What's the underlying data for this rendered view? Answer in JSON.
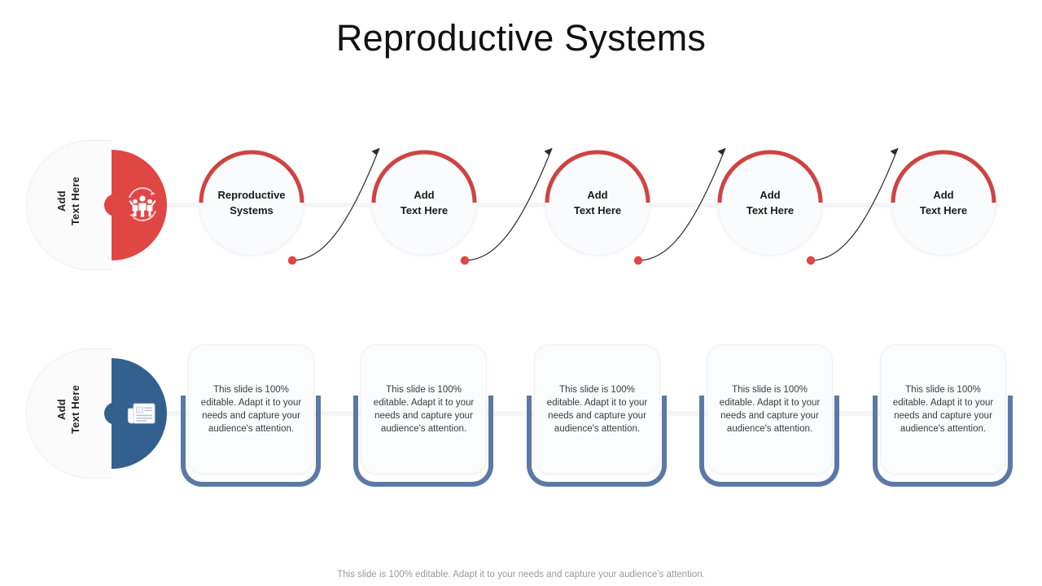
{
  "slide": {
    "title": "Reproductive Systems",
    "footer": "This slide is 100% editable. Adapt it to your needs and capture your audience's attention."
  },
  "colors": {
    "accent_red": "#e04644",
    "arc_red": "#cf4342",
    "accent_blue": "#33608f",
    "card_border_blue": "#5a79a5",
    "text_dark": "#1a1a1a",
    "body_text": "#3b3b3b",
    "footer_text": "#9a9a9a",
    "rail": "#f4f5f7"
  },
  "badges": [
    {
      "id": "top-badge",
      "line1": "Add",
      "line2": "Text Here",
      "icon": "people-group-icon",
      "color": "#e04644"
    },
    {
      "id": "bottom-badge",
      "line1": "Add",
      "line2": "Text Here",
      "icon": "document-news-icon",
      "color": "#33608f"
    }
  ],
  "circles": [
    {
      "line1": "Reproductive",
      "line2": "Systems"
    },
    {
      "line1": "Add",
      "line2": "Text Here"
    },
    {
      "line1": "Add",
      "line2": "Text Here"
    },
    {
      "line1": "Add",
      "line2": "Text Here"
    },
    {
      "line1": "Add",
      "line2": "Text Here"
    }
  ],
  "connectors": [
    {
      "id": "connector-1",
      "from": "circle-1",
      "to": "circle-2"
    },
    {
      "id": "connector-2",
      "from": "circle-2",
      "to": "circle-3"
    },
    {
      "id": "connector-3",
      "from": "circle-3",
      "to": "circle-4"
    },
    {
      "id": "connector-4",
      "from": "circle-4",
      "to": "circle-5"
    }
  ],
  "cards": [
    {
      "text": "This slide is 100% editable. Adapt it to your needs and capture your audience's attention."
    },
    {
      "text": "This slide is 100% editable. Adapt it to your needs and capture your audience's attention."
    },
    {
      "text": "This slide is 100% editable. Adapt it to your needs and capture your audience's attention."
    },
    {
      "text": "This slide is 100% editable. Adapt it to your needs and capture your audience's attention."
    },
    {
      "text": "This slide is 100% editable. Adapt it to your needs and capture your audience's attention."
    }
  ]
}
